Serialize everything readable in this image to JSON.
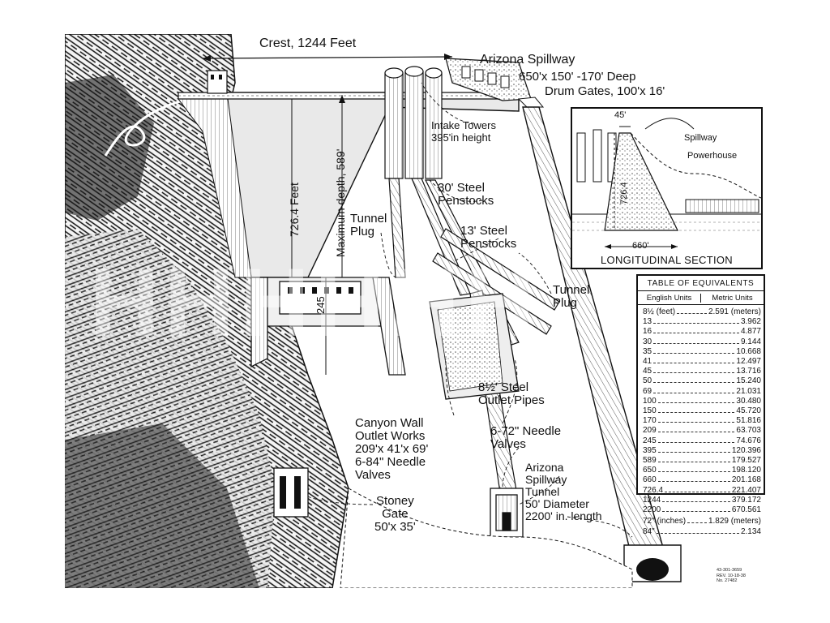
{
  "labels": {
    "crest": "Crest, 1244 Feet",
    "arizona_spillway_title": "Arizona Spillway",
    "arizona_spillway_dims": "650'x 150' -170' Deep",
    "drum_gates": "Drum Gates, 100'x 16'",
    "intake_towers": [
      "Intake Towers",
      "395'in height"
    ],
    "dam_height": "726.4 Feet",
    "max_depth": "Maximum depth, 589'",
    "steel_penstocks_30": [
      "30' Steel",
      "Penstocks"
    ],
    "steel_penstocks_13": [
      "13' Steel",
      "Penstocks"
    ],
    "tunnel_plug_left": [
      "Tunnel",
      "Plug"
    ],
    "tunnel_plug_right": [
      "Tunnel",
      "Plug"
    ],
    "powerhouse_height": "245",
    "steel_outlet_pipes": [
      "8½' Steel",
      "Outlet Pipes"
    ],
    "canyon_wall": [
      "Canyon Wall",
      "Outlet Works",
      "209'x 41'x 69'",
      "6-84\" Needle",
      "Valves"
    ],
    "needle_valves_72": [
      "6-72\" Needle",
      "Valves"
    ],
    "arizona_spillway_tunnel": [
      "Arizona",
      "Spillway",
      "Tunnel",
      "50' Diameter",
      "2200' in. length"
    ],
    "stoney_gate": [
      "Stoney",
      "Gate",
      "50'x 35'"
    ]
  },
  "inset": {
    "title": "LONGITUDINAL SECTION",
    "dim_top": "45'",
    "dim_height": "726.4",
    "dim_base": "660'",
    "spillway": "Spillway",
    "powerhouse": "Powerhouse"
  },
  "equivalents": {
    "title": "TABLE OF EQUIVALENTS",
    "col_english": "English Units",
    "col_metric": "Metric Units",
    "rows": [
      [
        "8½ (feet)",
        "2.591 (meters)"
      ],
      [
        "13",
        "3.962"
      ],
      [
        "16",
        "4.877"
      ],
      [
        "30",
        "9.144"
      ],
      [
        "35",
        "10.668"
      ],
      [
        "41",
        "12.497"
      ],
      [
        "45",
        "13.716"
      ],
      [
        "50",
        "15.240"
      ],
      [
        "69",
        "21.031"
      ],
      [
        "100",
        "30.480"
      ],
      [
        "150",
        "45.720"
      ],
      [
        "170",
        "51.816"
      ],
      [
        "209",
        "63.703"
      ],
      [
        "245",
        "74.676"
      ],
      [
        "395",
        "120.396"
      ],
      [
        "589",
        "179.527"
      ],
      [
        "650",
        "198.120"
      ],
      [
        "660",
        "201.168"
      ],
      [
        "726.4",
        "221.407"
      ],
      [
        "1244",
        "379.172"
      ],
      [
        "2200",
        "670.561"
      ]
    ],
    "tail": [
      [
        "72\" (inches)",
        "1.829 (meters)"
      ],
      [
        "84\"",
        "2.134"
      ]
    ]
  },
  "stamp": [
    "43-301-3659",
    "REV. 10-18-38",
    "No. 27482"
  ]
}
